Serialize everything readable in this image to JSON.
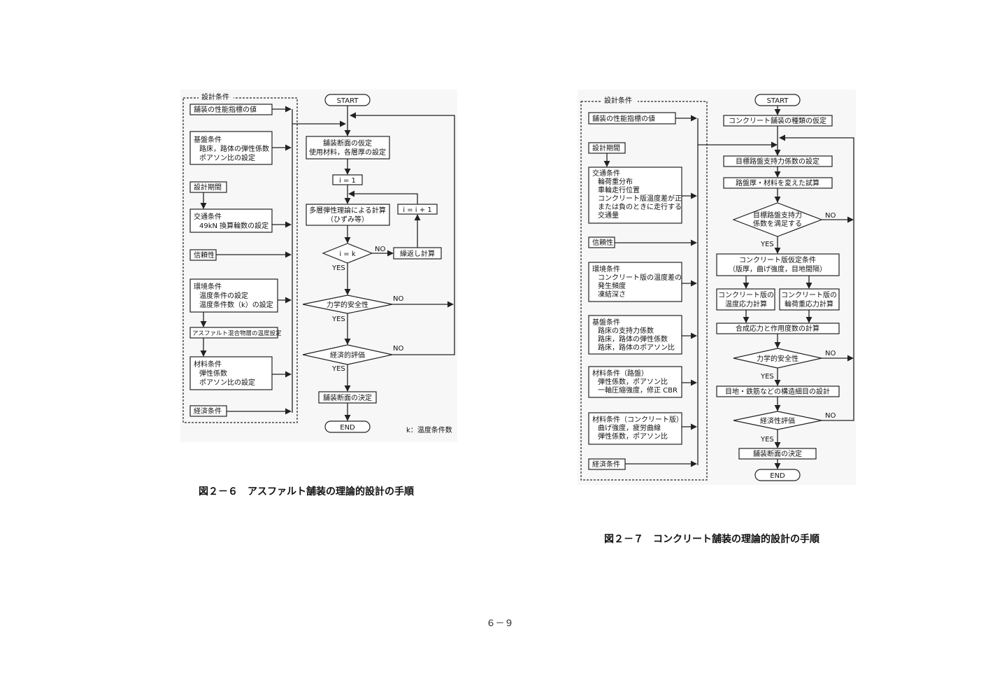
{
  "fig1": {
    "frame_label": "設計条件",
    "cond_perf": "舗装の性能指標の値",
    "cond_base": [
      "基盤条件",
      "路床，路体の弾性係数",
      "ポアソン比の設定"
    ],
    "cond_period": "設計期間",
    "cond_traffic": [
      "交通条件",
      "49kN 換算輪数の設定"
    ],
    "cond_reliab": "信頼性",
    "cond_env": [
      "環境条件",
      "温度条件の設定",
      "温度条件数（k）の設定"
    ],
    "cond_asph": "アスファルト混合物層の温度設定",
    "cond_mat": [
      "材料条件",
      "弾性係数",
      "ポアソン比の設定"
    ],
    "cond_econ": "経済条件",
    "start": "START",
    "assume": [
      "舗装断面の仮定",
      "使用材料，各層厚の設定"
    ],
    "i1": "i = 1",
    "calc": [
      "多層弾性理論による計算",
      "（ひずみ等）"
    ],
    "incr": "i = i + 1",
    "dec_ik": "i = k",
    "repeat": "繰返し計算",
    "dec_mech": "力学的安全性",
    "dec_econ": "経済的評価",
    "decide": "舗装断面の決定",
    "end": "END",
    "note": "k：温度条件数",
    "yes": "YES",
    "no": "NO",
    "caption": "図２－６　アスファルト舗装の理論的設計の手順"
  },
  "fig2": {
    "frame_label": "設計条件",
    "cond_perf": "舗装の性能指標の値",
    "cond_period": "設計期間",
    "cond_traffic": [
      "交通条件",
      "輪荷重分布",
      "車輪走行位置",
      "コンクリート版温度差が正",
      "または負のときに走行する",
      "交通量"
    ],
    "cond_reliab": "信頼性",
    "cond_env": [
      "環境条件",
      "コンクリート版の温度差の",
      "発生頻度",
      "凍結深さ"
    ],
    "cond_base": [
      "基盤条件",
      "路床の支持力係数",
      "路床，路体の弾性係数",
      "路床，路体のポアソン比"
    ],
    "cond_mat_sub": [
      "材料条件（路盤）",
      "弾性係数，ポアソン比",
      "一軸圧縮強度，修正 CBR"
    ],
    "cond_mat_conc": [
      "材料条件（コンクリート版）",
      "曲げ強度，疲労曲線",
      "弾性係数，ポアソン比"
    ],
    "cond_econ": "経済条件",
    "start": "START",
    "assume_type": "コンクリート舗装の種類の仮定",
    "target_k": "目標路盤支持力係数の設定",
    "trial": "路盤厚・材料を変えた試算",
    "dec_k": [
      "目標路盤支持力",
      "係数を満足する"
    ],
    "slab_cond": [
      "コンクリート版仮定条件",
      "（版厚，曲げ強度，目地間隔）"
    ],
    "temp_stress": [
      "コンクリート版の",
      "温度応力計算"
    ],
    "load_stress": [
      "コンクリート版の",
      "輪荷重応力計算"
    ],
    "combine": "合成応力と作用度数の計算",
    "dec_mech": "力学的安全性",
    "detail": "目地・鉄筋などの構造細目の設計",
    "dec_econ": "経済性評価",
    "decide": "舗装断面の決定",
    "end": "END",
    "yes": "YES",
    "no": "NO",
    "caption": "図２－７　コンクリート舗装の理論的設計の手順"
  },
  "page_number": "６－９"
}
